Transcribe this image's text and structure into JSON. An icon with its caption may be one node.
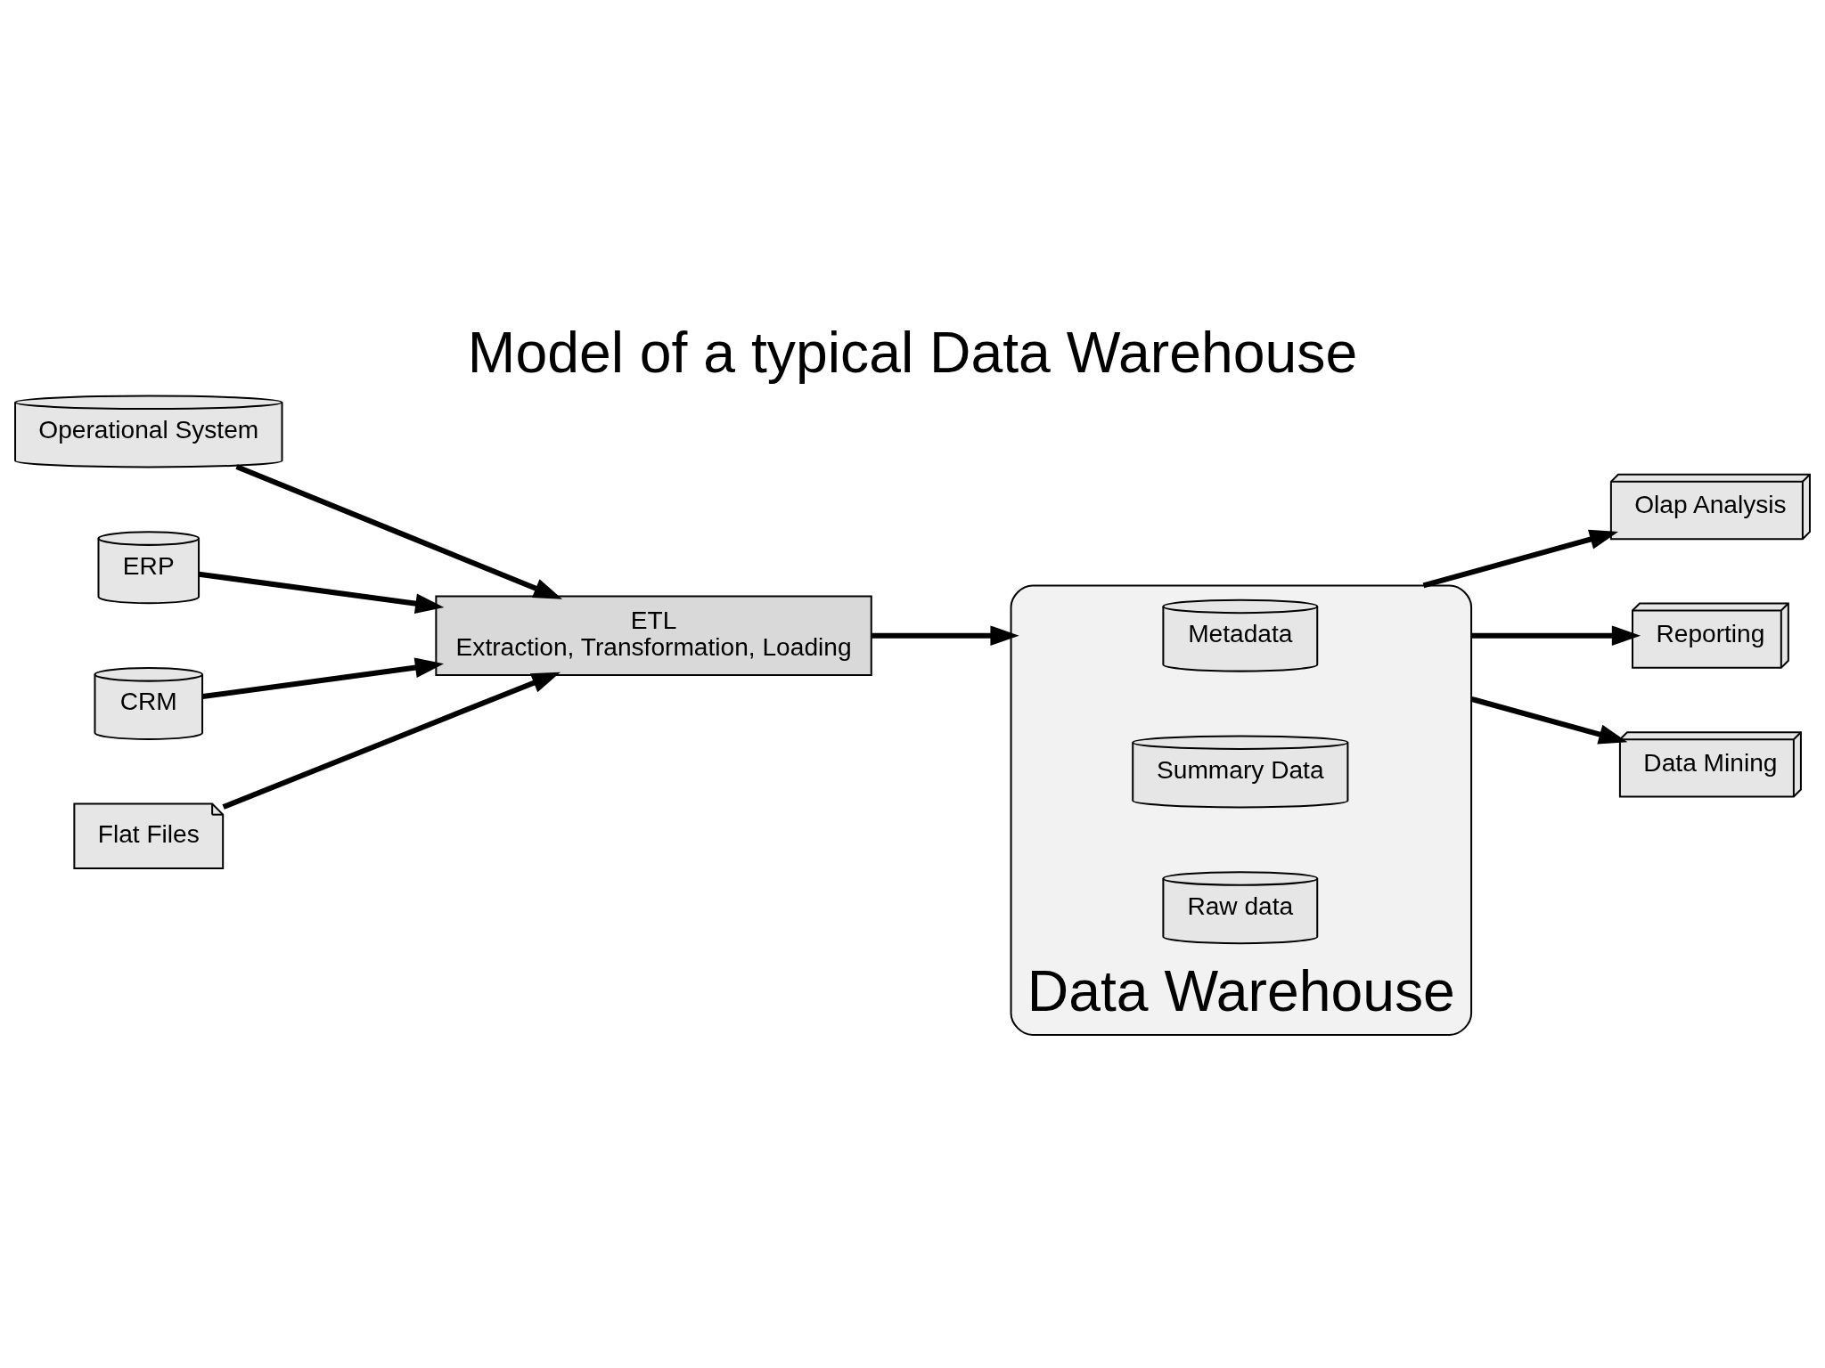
{
  "diagram": {
    "title": "Model of a typical Data Warehouse",
    "nodes": [
      {
        "text": [
          "Operational System"
        ]
      },
      {
        "text": [
          "ERP"
        ]
      },
      {
        "text": [
          "CRM"
        ]
      },
      {
        "text": [
          "Flat Files"
        ]
      },
      {
        "text": [
          "ETL",
          "Extraction, Transformation, Loading"
        ]
      },
      {
        "text": [
          "Data Warehouse"
        ]
      },
      {
        "text": [
          "Metadata"
        ],
        "in": 5
      },
      {
        "text": [
          "Summary Data"
        ],
        "in": 5
      },
      {
        "text": [
          "Raw data"
        ],
        "in": 5
      },
      {
        "text": [
          "Olap Analysis"
        ]
      },
      {
        "text": [
          "Reporting"
        ]
      },
      {
        "text": [
          "Data Mining"
        ]
      }
    ],
    "edges": [
      {
        "from": 0,
        "to": 4,
        "arrow": "to"
      },
      {
        "from": 1,
        "to": 4,
        "arrow": "to"
      },
      {
        "from": 2,
        "to": 4,
        "arrow": "to"
      },
      {
        "from": 3,
        "to": 4,
        "arrow": "to"
      },
      {
        "from": 4,
        "to": 5,
        "arrow": "to"
      },
      {
        "from": 5,
        "to": 9,
        "arrow": "to"
      },
      {
        "from": 5,
        "to": 10,
        "arrow": "to"
      },
      {
        "from": 5,
        "to": 11,
        "arrow": "to"
      }
    ]
  }
}
